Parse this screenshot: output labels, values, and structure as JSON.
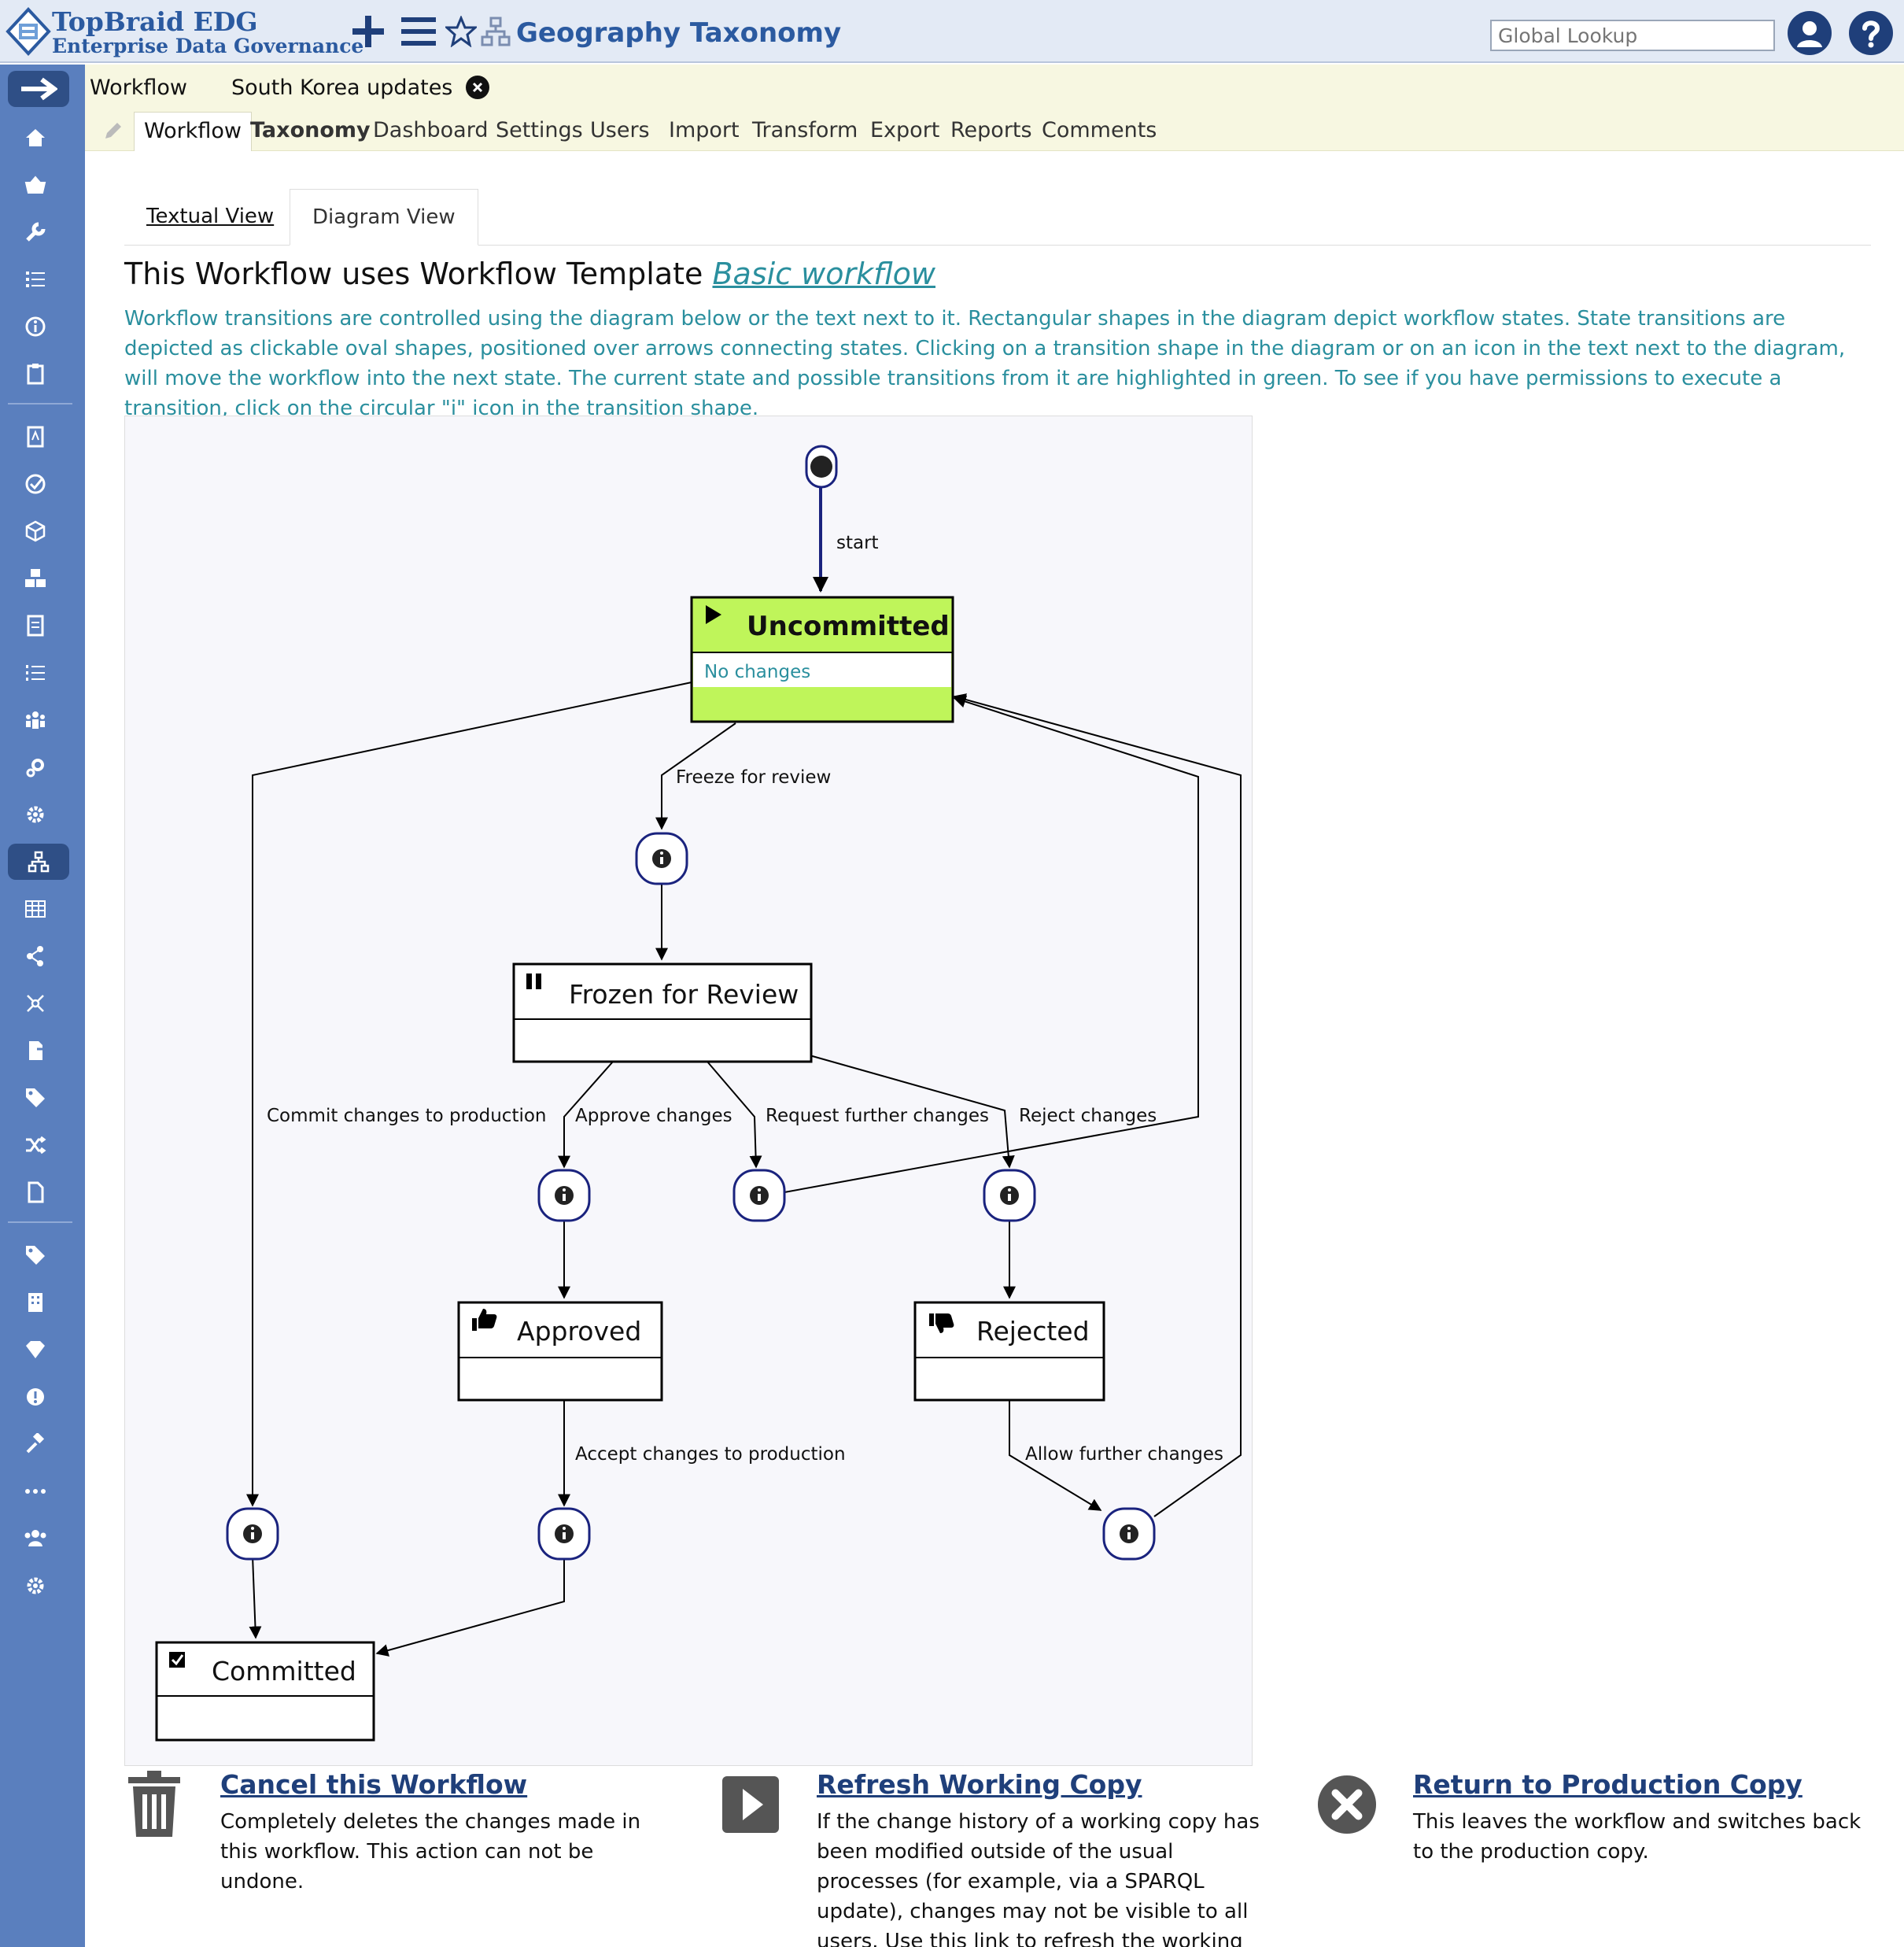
{
  "header": {
    "brand_line1": "TopBraid EDG",
    "brand_line2": "Enterprise Data Governance",
    "app_title": "Geography Taxonomy",
    "search_placeholder": "Global Lookup"
  },
  "workflow_bar": {
    "label": "Workflow",
    "name": "South Korea updates",
    "tabs": [
      "Workflow",
      "Taxonomy",
      "Dashboard",
      "Settings",
      "Users",
      "Import",
      "Transform",
      "Export",
      "Reports",
      "Comments"
    ],
    "active_tab": "Workflow"
  },
  "view_tabs": [
    "Textual View",
    "Diagram View"
  ],
  "title": {
    "prefix": "This Workflow uses Workflow Template ",
    "link": "Basic workflow"
  },
  "description": "Workflow transitions are controlled using the diagram below or the text next to it. Rectangular shapes in the diagram depict workflow states. State transitions are depicted as clickable oval shapes, positioned over arrows connecting states. Clicking on a transition shape in the diagram or on an icon in the text next to the diagram, will move the workflow into the next state. The current state and possible transitions from it are highlighted in green. To see if you have permissions to execute a transition, click on the circular \"i\" icon in the transition shape.",
  "diagram": {
    "states": {
      "uncommitted": {
        "label": "Uncommitted",
        "detail": "No changes"
      },
      "frozen": {
        "label": "Frozen for Review"
      },
      "approved": {
        "label": "Approved"
      },
      "rejected": {
        "label": "Rejected"
      },
      "committed": {
        "label": "Committed"
      }
    },
    "transitions": {
      "start": "start",
      "freeze": "Freeze for review",
      "commit": "Commit changes to production",
      "approve": "Approve changes",
      "request": "Request further changes",
      "reject": "Reject changes",
      "accept": "Accept changes to production",
      "allow": "Allow further changes"
    },
    "colors": {
      "current_state": "#bff55a",
      "transition_border": "#1a237e"
    }
  },
  "actions": [
    {
      "title": "Cancel this Workflow",
      "desc": "Completely deletes the changes made in this workflow. This action can not be undone.",
      "icon": "trash-icon"
    },
    {
      "title": "Refresh Working Copy",
      "desc": "If the change history of a working copy has been modified outside of the usual processes (for example, via a SPARQL update), changes may not be visible to all users. Use this link to refresh the working copies.",
      "icon": "play-icon"
    },
    {
      "title": "Return to Production Copy",
      "desc": "This leaves the workflow and switches back to the production copy.",
      "icon": "close-circle-icon"
    }
  ]
}
